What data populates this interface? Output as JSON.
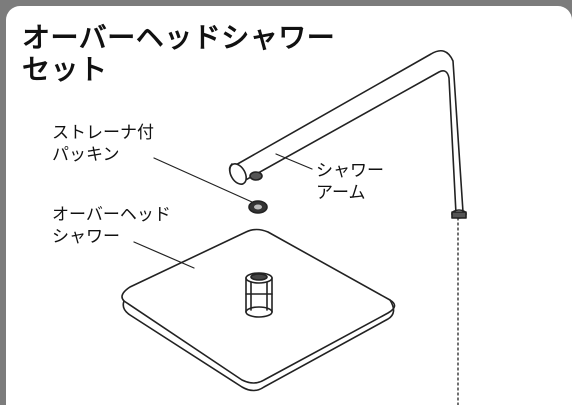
{
  "title": {
    "line1": "オーバーヘッドシャワー",
    "line2": "セット"
  },
  "labels": {
    "strainer_packing": {
      "line1": "ストレーナ付",
      "line2": "パッキン"
    },
    "overhead_shower": {
      "line1": "オーバーヘッド",
      "line2": "シャワー"
    },
    "shower_arm": {
      "line1": "シャワー",
      "line2": "アーム"
    }
  },
  "colors": {
    "frame": "#7c7c7c",
    "background": "#ffffff",
    "outline": "#222222"
  }
}
